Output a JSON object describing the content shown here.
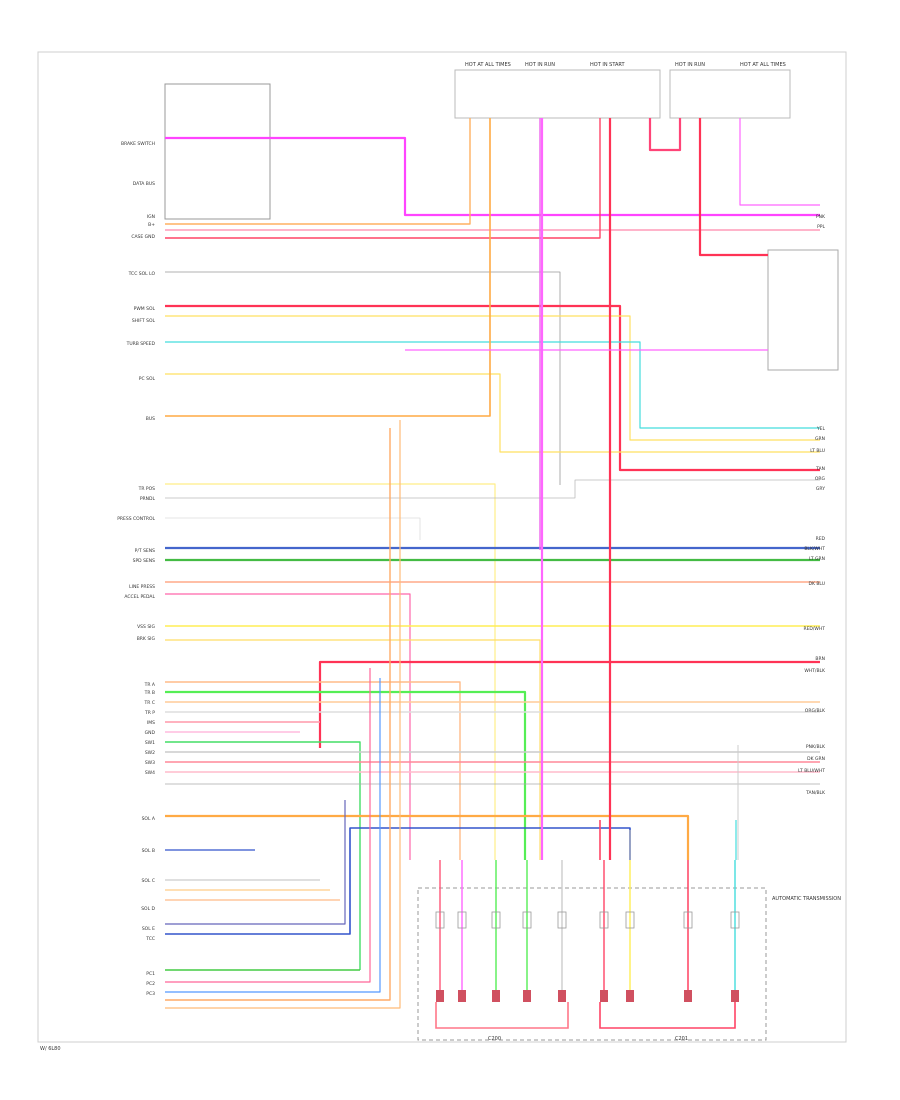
{
  "diagram": {
    "left_labels": [
      "BRAKE SWITCH",
      "DATA BUS",
      "IGN",
      "B+",
      "CASE GND",
      "TCC SOL LO",
      "PWM SOL",
      "SHIFT SOL",
      "TURB SPEED",
      "PC SOL",
      "BUS",
      "TR POS",
      "PRNDL",
      "PRESS CONTROL",
      "P/T SENS",
      "SPD SENS",
      "LINE PRESS",
      "ACCEL PEDAL",
      "VSS SIG",
      "BRK SIG",
      "TR A",
      "TR B",
      "TR C",
      "TR P",
      "IMS",
      "GND",
      "SW1",
      "SW2",
      "SW3",
      "SW4",
      "SOL A",
      "SOL B",
      "SOL C",
      "SOL D",
      "SOL E",
      "TCC",
      "PC1",
      "PC2",
      "PC3"
    ],
    "right_labels": [
      "PNK",
      "PPL",
      "YEL",
      "GRN",
      "LT BLU",
      "TAN",
      "ORG",
      "GRY",
      "RED",
      "BLK/WHT",
      "LT GRN",
      "DK BLU",
      "RED/WHT",
      "BRN",
      "WHT/BLK",
      "ORG/BLK",
      "PNK/BLK",
      "DK GRN",
      "LT BLU/WHT",
      "TAN/BLK"
    ],
    "top_labels": [
      "HOT AT ALL TIMES",
      "HOT IN RUN",
      "HOT IN START",
      "HOT IN RUN",
      "HOT AT ALL TIMES"
    ],
    "connector_labels": [
      "C200",
      "C201"
    ],
    "transmission_label": "AUTOMATIC TRANSMISSION",
    "footer": "W/ 6L80"
  }
}
